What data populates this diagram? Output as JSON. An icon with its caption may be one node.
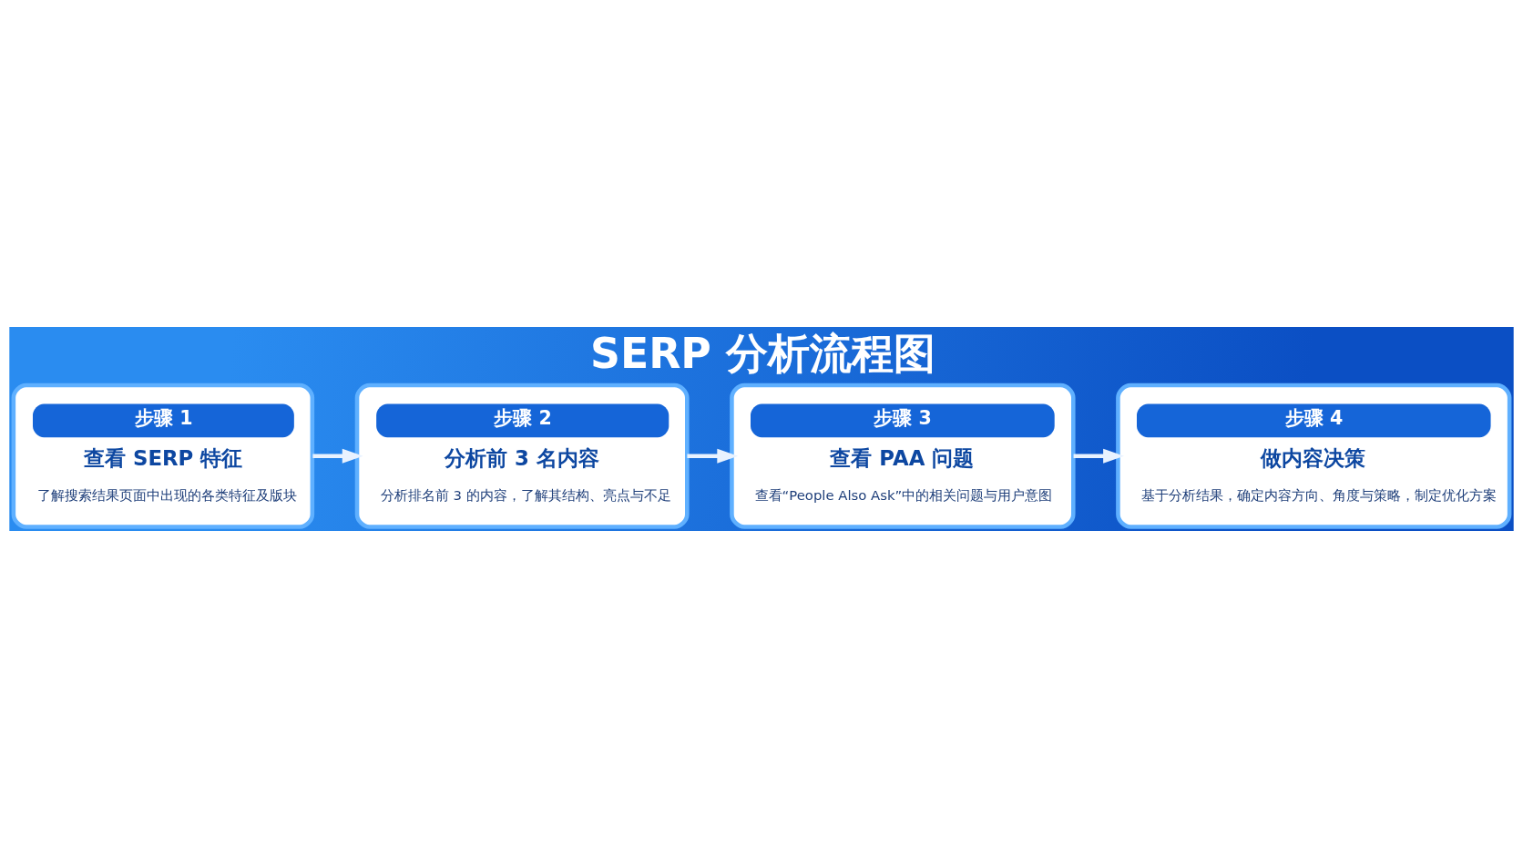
{
  "diagram": {
    "title": "SERP 分析流程图",
    "nodes": [
      {
        "text": [
          "步骤 1",
          "查看 SERP 特征",
          "了解搜索结果页面中出现的各类特征及版块"
        ]
      },
      {
        "text": [
          "步骤 2",
          "分析前 3 名内容",
          "分析排名前 3 的内容，了解其结构、亮点与不足"
        ]
      },
      {
        "text": [
          "步骤 3",
          "查看 PAA 问题",
          "查看“People Also Ask”中的相关问题与用户意图"
        ]
      },
      {
        "text": [
          "步骤 4",
          "做内容决策",
          "基于分析结果，确定内容方向、角度与策略，制定优化方案"
        ]
      }
    ],
    "edges": [
      {
        "from": 0,
        "to": 1,
        "arrow": "to"
      },
      {
        "from": 1,
        "to": 2,
        "arrow": "to"
      },
      {
        "from": 2,
        "to": 3,
        "arrow": "to"
      }
    ]
  }
}
